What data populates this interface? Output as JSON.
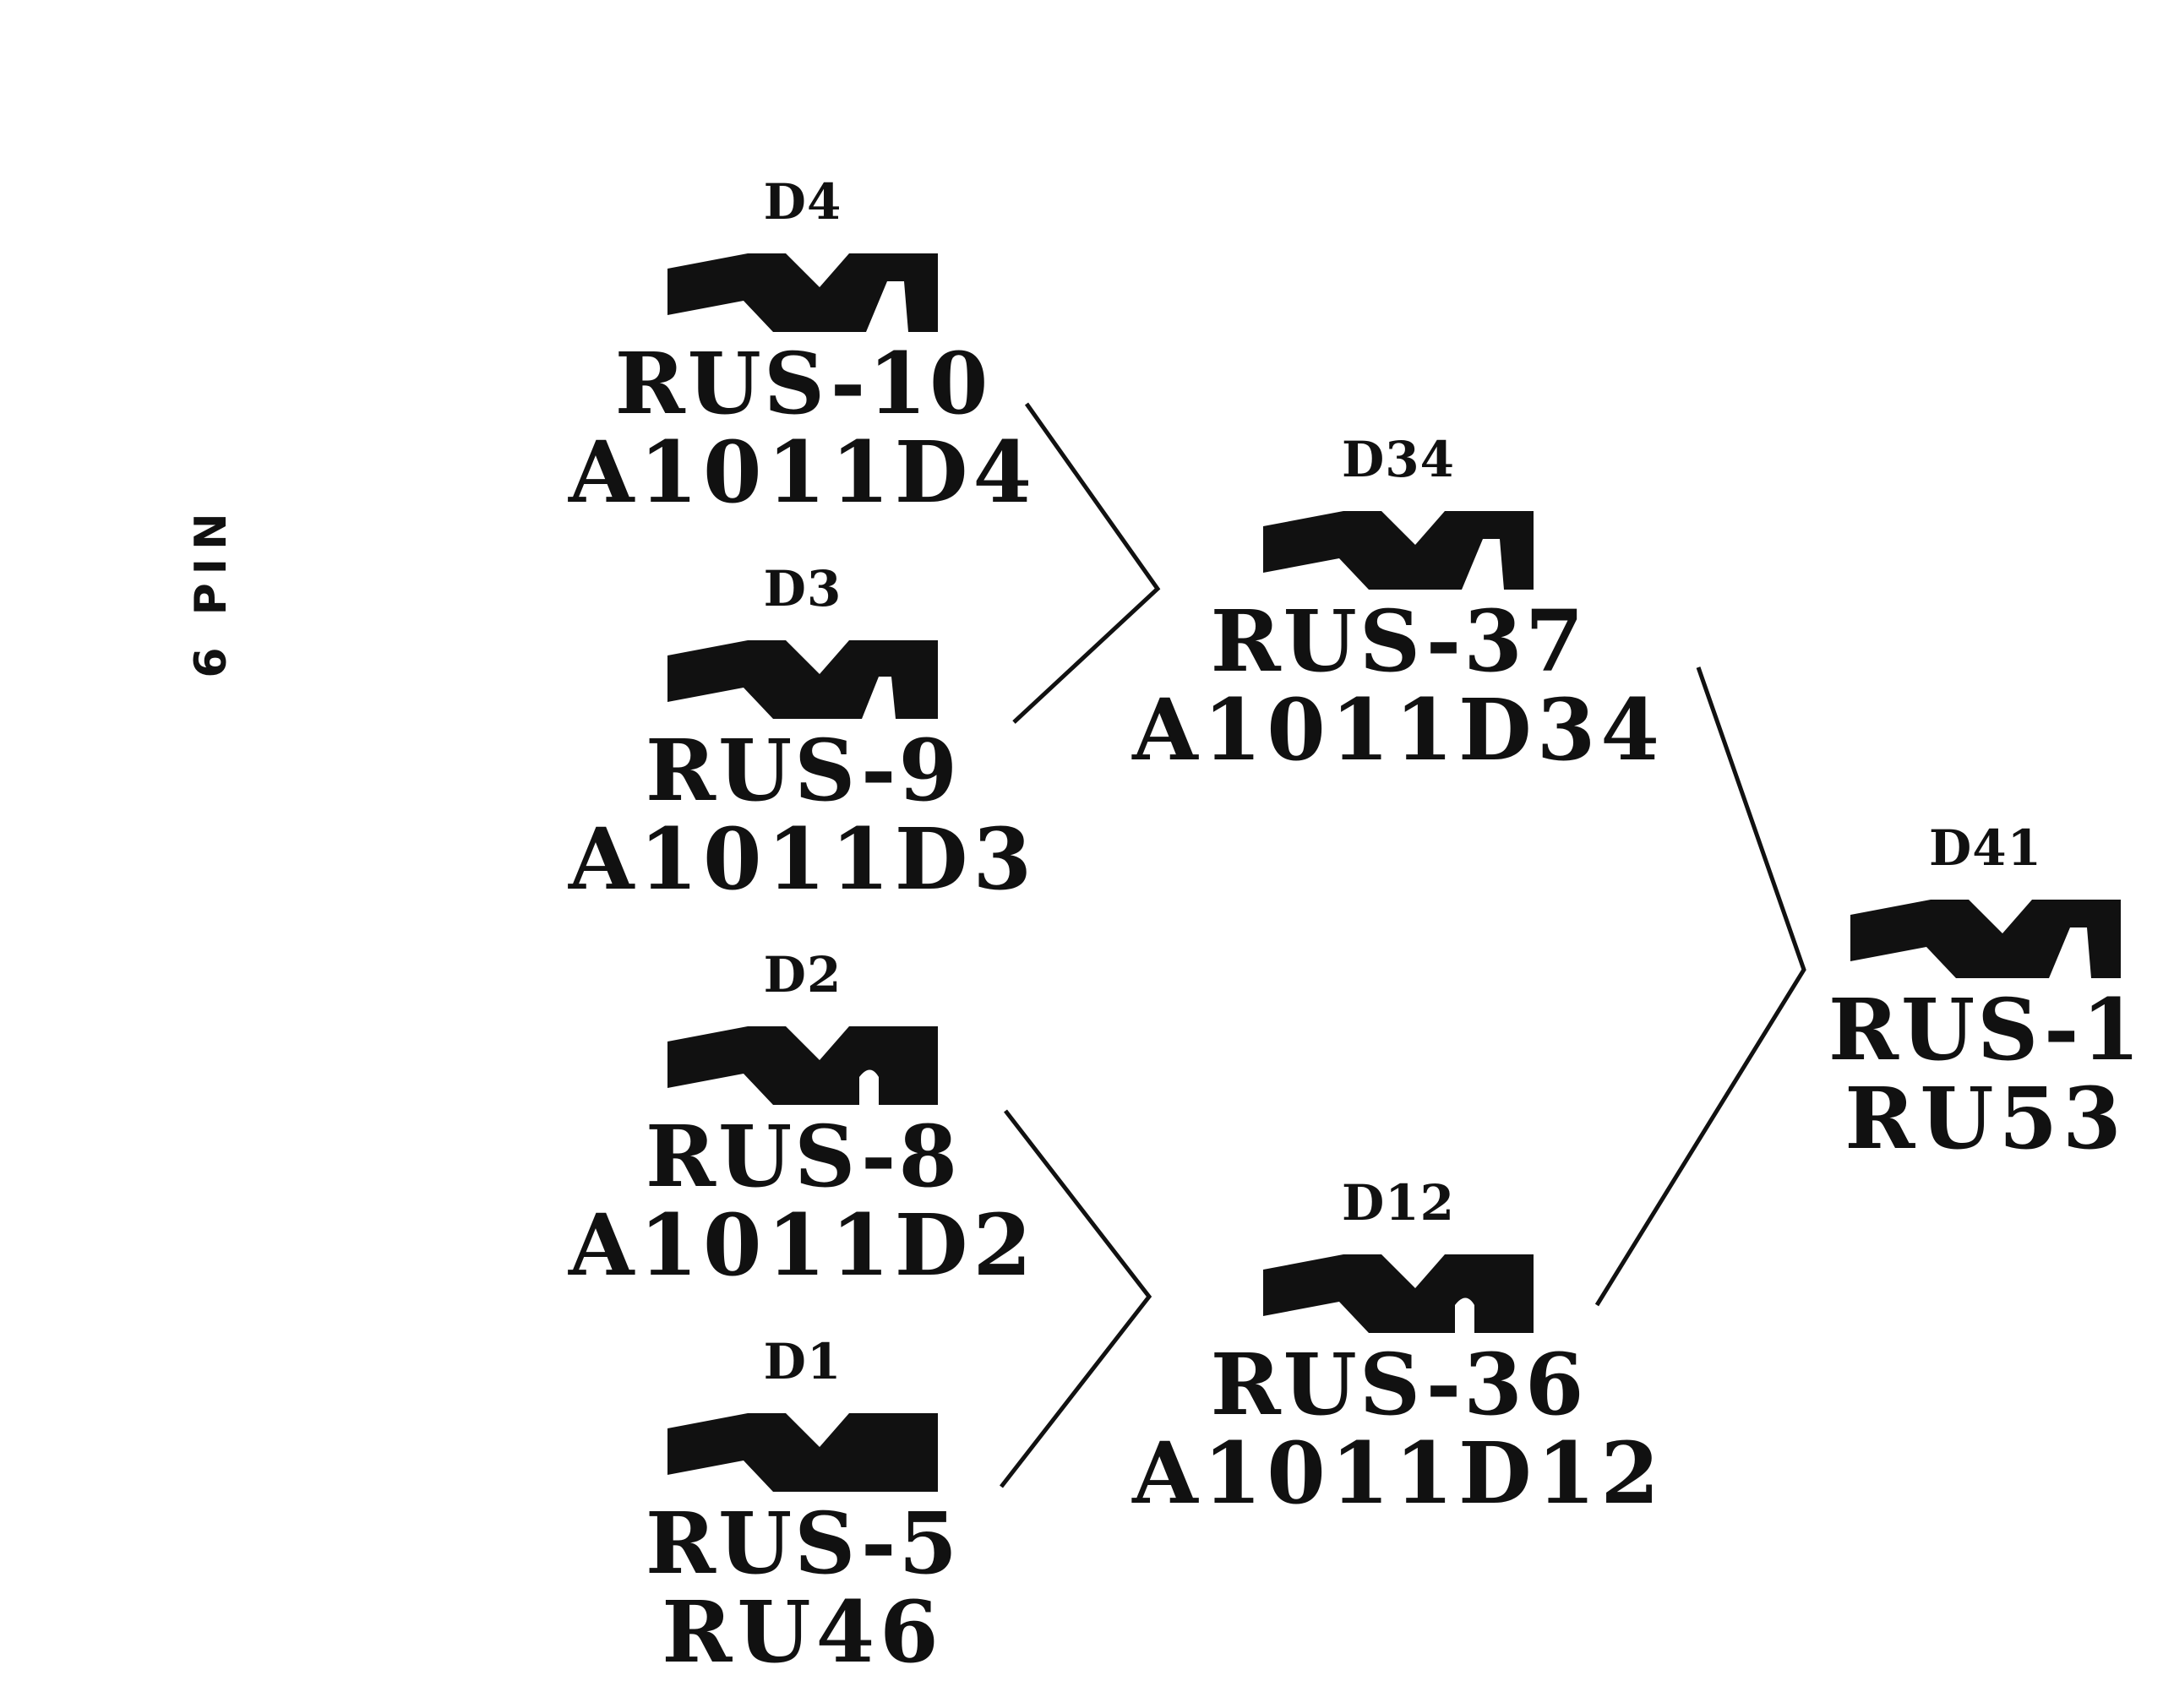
{
  "diagram": {
    "side_label": "6 PIN",
    "tiers": [
      {
        "level": 1,
        "keys": [
          {
            "code": "D4",
            "rus": "RUS-10",
            "part": "A1011D4",
            "notch": "deep"
          },
          {
            "code": "D3",
            "rus": "RUS-9",
            "part": "A1011D3",
            "notch": "wide"
          },
          {
            "code": "D2",
            "rus": "RUS-8",
            "part": "A1011D2",
            "notch": "small"
          },
          {
            "code": "D1",
            "rus": "RUS-5",
            "part": "RU46",
            "notch": "none"
          }
        ]
      },
      {
        "level": 2,
        "keys": [
          {
            "code": "D34",
            "rus": "RUS-37",
            "part": "A1011D34",
            "notch": "deep"
          },
          {
            "code": "D12",
            "rus": "RUS-36",
            "part": "A1011D12",
            "notch": "small"
          }
        ]
      },
      {
        "level": 3,
        "keys": [
          {
            "code": "D41",
            "rus": "RUS-1",
            "part": "RU53",
            "notch": "deep"
          }
        ]
      }
    ],
    "connections": [
      {
        "from": [
          "D4",
          "D3"
        ],
        "to": "D34"
      },
      {
        "from": [
          "D2",
          "D1"
        ],
        "to": "D12"
      },
      {
        "from": [
          "D34",
          "D12"
        ],
        "to": "D41"
      }
    ],
    "colors": {
      "ink": "#111111",
      "background": "#ffffff"
    }
  }
}
